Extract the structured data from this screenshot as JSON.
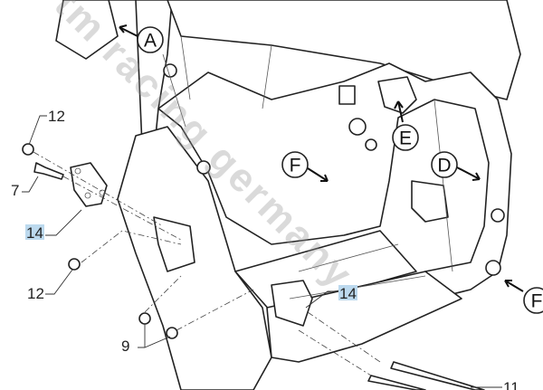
{
  "watermark": "tm racing germany",
  "callouts": {
    "a": "A",
    "e": "E",
    "f1": "F",
    "d": "D",
    "f2": "F"
  },
  "part_numbers": {
    "nut_top": "12",
    "bolt": "7",
    "bracket_left": "14",
    "nut_bottom": "12",
    "nuts_lower": "9",
    "bracket_right": "14",
    "studs": "11"
  },
  "colors": {
    "highlight": "#bcd9ee"
  }
}
